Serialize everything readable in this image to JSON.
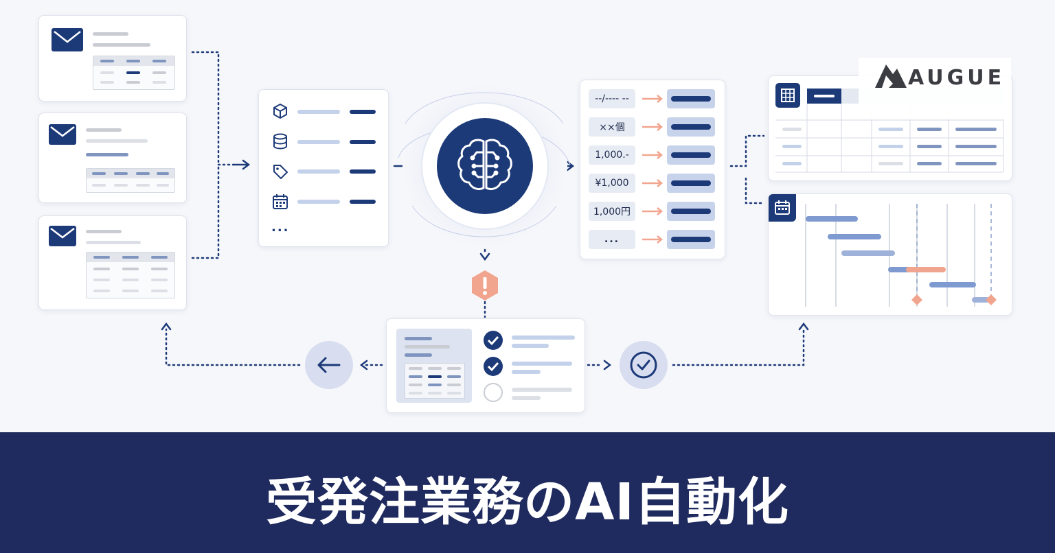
{
  "title": "受発注業務のAI自動化",
  "logo": {
    "text": "AUGUE"
  },
  "mapping": {
    "values": [
      "--/---- --",
      "××個",
      "1,000.-",
      "¥1,000",
      "1,000円",
      "..."
    ]
  },
  "attributes": {
    "more": "..."
  },
  "colors": {
    "navy": "#1d3a78",
    "footer": "#1f2a5e",
    "accent_orange": "#f2a58e",
    "light_blue": "#c3d1ea"
  },
  "icons": [
    "envelope-icon",
    "box-icon",
    "database-icon",
    "tag-icon",
    "calendar-icon",
    "brain-icon",
    "warning-icon",
    "check-icon",
    "arrow-left-icon",
    "table-icon"
  ]
}
